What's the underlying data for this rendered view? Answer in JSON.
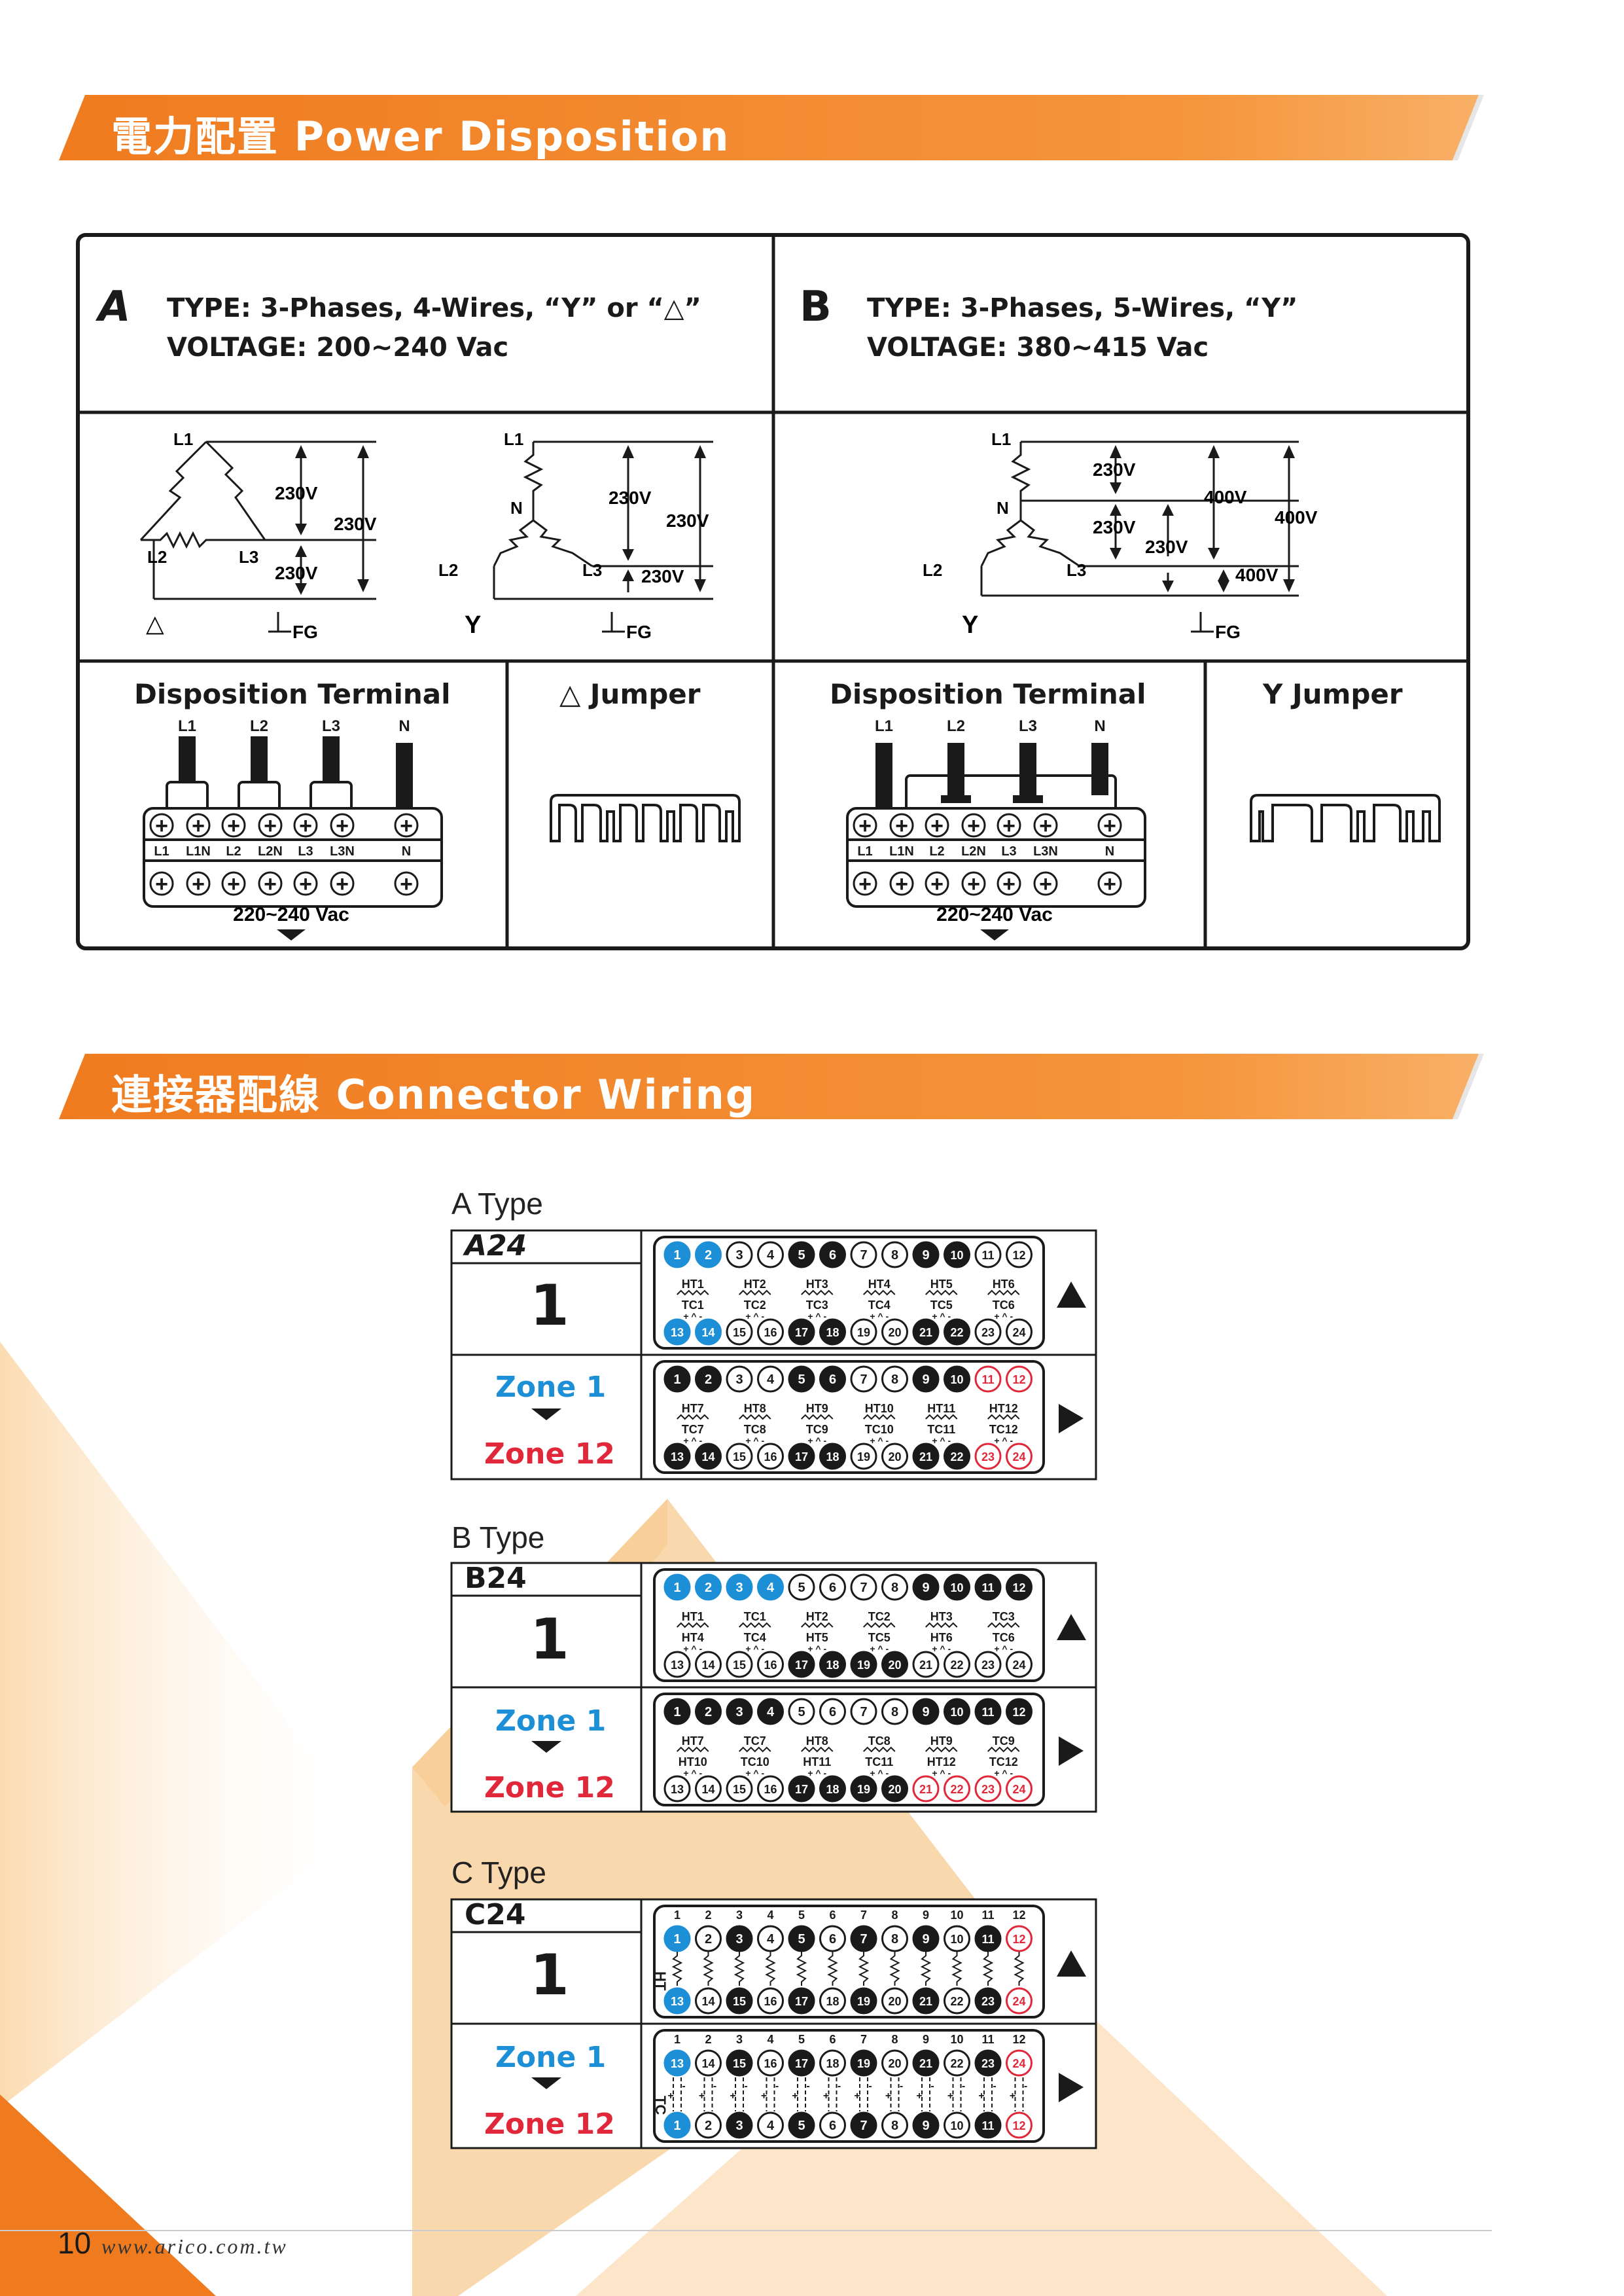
{
  "section1": {
    "title": "電力配置 Power Disposition"
  },
  "section2": {
    "title": "連接器配線 Connector Wiring"
  },
  "power": {
    "a": {
      "letter": "A",
      "type": "TYPE: 3-Phases, 4-Wires, “Y” or “△”",
      "voltage": "VOLTAGE: 200~240 Vac",
      "delta": {
        "l1": "L1",
        "l2": "L2",
        "l3": "L3",
        "v1": "230V",
        "v2": "230V",
        "v3": "230V",
        "sym": "△",
        "fg": "FG"
      },
      "wye": {
        "l1": "L1",
        "n": "N",
        "l2": "L2",
        "l3": "L3",
        "v1": "230V",
        "v2": "230V",
        "v3": "230V",
        "sym": "Y",
        "fg": "FG"
      },
      "terminal": {
        "title": "Disposition Terminal",
        "top": [
          "L1",
          "L2",
          "L3",
          "N"
        ],
        "row": [
          "L1",
          "L1N",
          "L2",
          "L2N",
          "L3",
          "L3N",
          "N"
        ],
        "vac": "220~240 Vac"
      },
      "jumper": "△ Jumper"
    },
    "b": {
      "letter": "B",
      "type": "TYPE: 3-Phases, 5-Wires, “Y”",
      "voltage": "VOLTAGE: 380~415 Vac",
      "wye": {
        "l1": "L1",
        "n": "N",
        "l2": "L2",
        "l3": "L3",
        "v230a": "230V",
        "v230b": "230V",
        "v230c": "230V",
        "v400a": "400V",
        "v400b": "400V",
        "v400c": "400V",
        "sym": "Y",
        "fg": "FG"
      },
      "terminal": {
        "title": "Disposition Terminal",
        "top": [
          "L1",
          "L2",
          "L3",
          "N"
        ],
        "row": [
          "L1",
          "L1N",
          "L2",
          "L2N",
          "L3",
          "L3N",
          "N"
        ],
        "vac": "220~240 Vac"
      },
      "jumper": "Y Jumper"
    }
  },
  "wiring": {
    "a": {
      "label": "A Type",
      "code": "A24",
      "one": "1",
      "zone1": "Zone 1",
      "zone12": "Zone 12",
      "row1_top": [
        "HT1",
        "HT2",
        "HT3",
        "HT4",
        "HT5",
        "HT6"
      ],
      "row1_bot": [
        "TC1",
        "TC2",
        "TC3",
        "TC4",
        "TC5",
        "TC6"
      ],
      "row2_top": [
        "HT7",
        "HT8",
        "HT9",
        "HT10",
        "HT11",
        "HT12"
      ],
      "row2_bot": [
        "TC7",
        "TC8",
        "TC9",
        "TC10",
        "TC11",
        "TC12"
      ]
    },
    "b": {
      "label": "B Type",
      "code": "B24",
      "one": "1",
      "zone1": "Zone 1",
      "zone12": "Zone 12",
      "row1_top": [
        "HT1",
        "TC1",
        "HT2",
        "TC2",
        "HT3",
        "TC3"
      ],
      "row1_bot": [
        "HT4",
        "TC4",
        "HT5",
        "TC5",
        "HT6",
        "TC6"
      ],
      "row2_top": [
        "HT7",
        "TC7",
        "HT8",
        "TC8",
        "HT9",
        "TC9"
      ],
      "row2_bot": [
        "HT10",
        "TC10",
        "HT11",
        "TC11",
        "HT12",
        "TC12"
      ]
    },
    "c": {
      "label": "C Type",
      "code": "C24",
      "one": "1",
      "zone1": "Zone 1",
      "zone12": "Zone 12",
      "ht": "HT",
      "tc": "TC"
    }
  },
  "footer": {
    "page": "10",
    "url": "www.arico.com.tw"
  },
  "colors": {
    "orange": "#f07b1f",
    "blue": "#1d8fd6",
    "red": "#e0283a",
    "black": "#1a1a1a"
  }
}
